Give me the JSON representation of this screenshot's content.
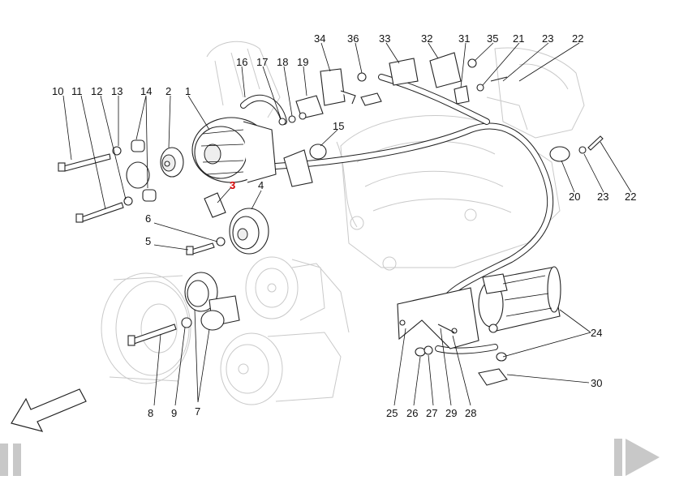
{
  "diagram": {
    "callouts": [
      {
        "id": "10",
        "text": "10"
      },
      {
        "id": "11",
        "text": "11"
      },
      {
        "id": "12",
        "text": "12"
      },
      {
        "id": "13",
        "text": "13"
      },
      {
        "id": "14",
        "text": "14"
      },
      {
        "id": "2",
        "text": "2"
      },
      {
        "id": "1",
        "text": "1"
      },
      {
        "id": "16",
        "text": "16"
      },
      {
        "id": "17",
        "text": "17"
      },
      {
        "id": "18",
        "text": "18"
      },
      {
        "id": "19",
        "text": "19"
      },
      {
        "id": "34",
        "text": "34"
      },
      {
        "id": "36",
        "text": "36"
      },
      {
        "id": "33",
        "text": "33"
      },
      {
        "id": "32",
        "text": "32"
      },
      {
        "id": "31",
        "text": "31"
      },
      {
        "id": "35",
        "text": "35"
      },
      {
        "id": "21",
        "text": "21"
      },
      {
        "id": "23a",
        "text": "23"
      },
      {
        "id": "22a",
        "text": "22"
      },
      {
        "id": "15",
        "text": "15"
      },
      {
        "id": "3",
        "text": "3",
        "highlight": true
      },
      {
        "id": "4",
        "text": "4"
      },
      {
        "id": "6",
        "text": "6"
      },
      {
        "id": "5",
        "text": "5"
      },
      {
        "id": "20",
        "text": "20"
      },
      {
        "id": "23b",
        "text": "23"
      },
      {
        "id": "22b",
        "text": "22"
      },
      {
        "id": "24",
        "text": "24"
      },
      {
        "id": "30",
        "text": "30"
      },
      {
        "id": "8",
        "text": "8"
      },
      {
        "id": "9",
        "text": "9"
      },
      {
        "id": "7",
        "text": "7"
      },
      {
        "id": "25",
        "text": "25"
      },
      {
        "id": "26",
        "text": "26"
      },
      {
        "id": "27",
        "text": "27"
      },
      {
        "id": "29",
        "text": "29"
      },
      {
        "id": "28",
        "text": "28"
      }
    ],
    "highlight_color": "#d40000",
    "direction_icon": "arrow-left-down-icon"
  },
  "navigation": {
    "prev_icon": "pause-bars-icon",
    "next_icon": "play-triangle-icon",
    "control_color": "#c8c8c8"
  }
}
